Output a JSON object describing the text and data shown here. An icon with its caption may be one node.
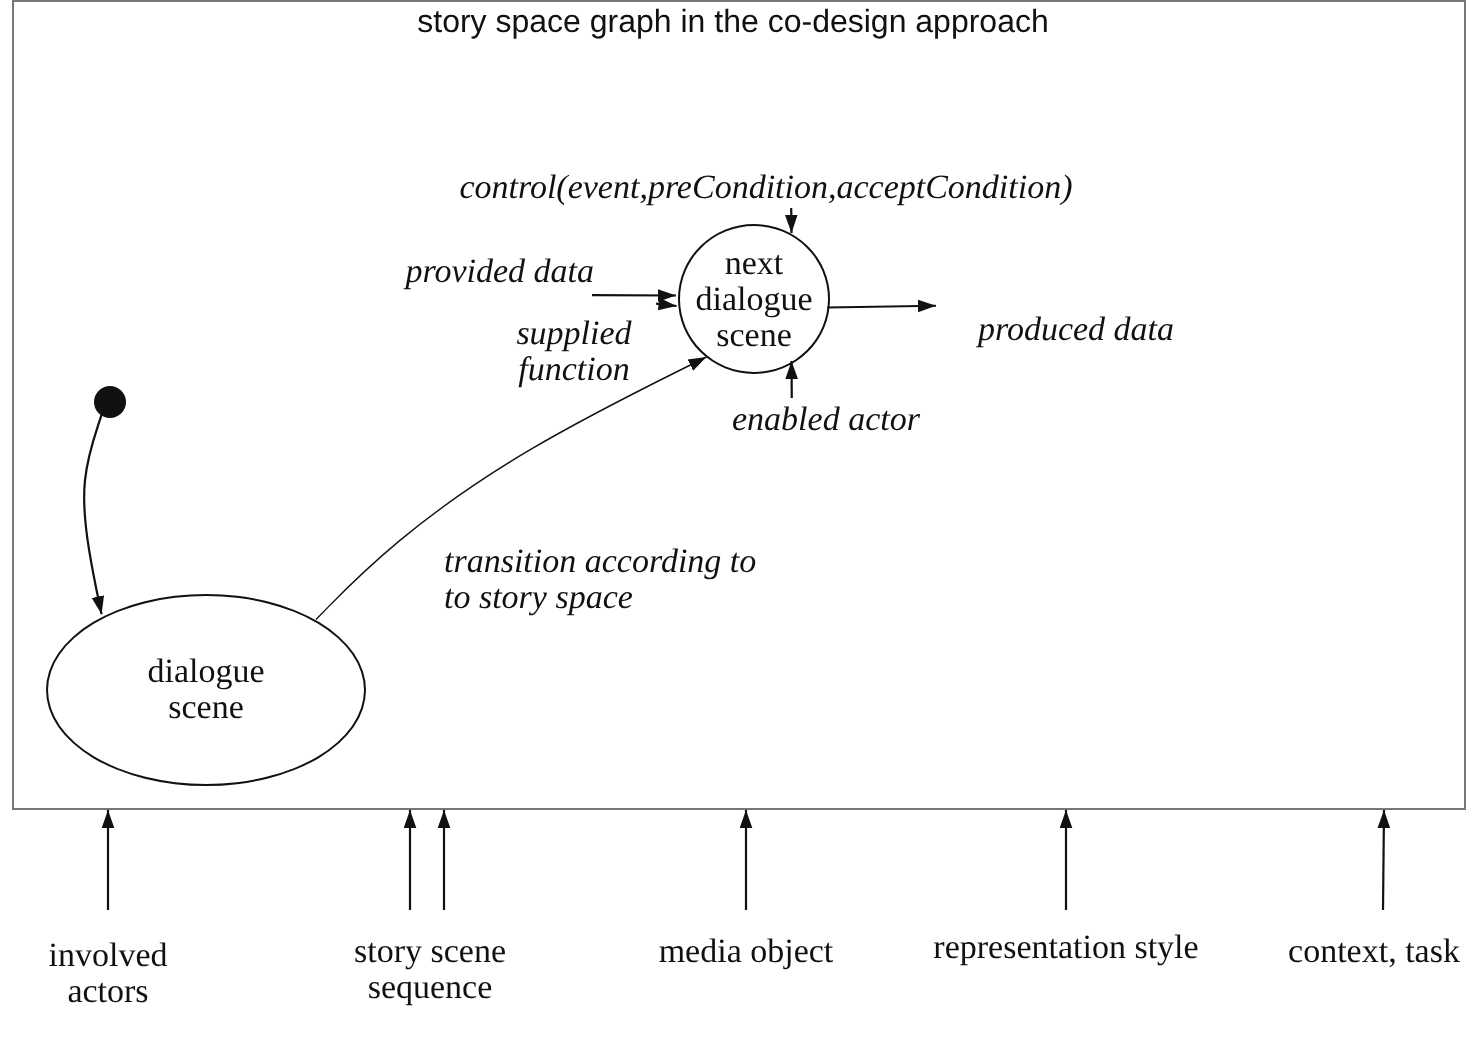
{
  "diagram": {
    "title": "story space graph in the co-design approach",
    "nodes": [
      {
        "text": [],
        "shape": "box"
      },
      {
        "text": [],
        "shape": "circle",
        "in": 0
      },
      {
        "text": [
          "dialogue scene"
        ],
        "in": 0
      },
      {
        "text": [
          "next dialogue scene"
        ],
        "in": 0
      },
      {
        "text": [
          "control(event,preCondition,acceptCondition)"
        ],
        "in": 0
      },
      {
        "text": [
          "provided data"
        ],
        "in": 0
      },
      {
        "text": [
          "supplied function"
        ],
        "in": 0
      },
      {
        "text": [
          "produced data"
        ],
        "in": 0
      },
      {
        "text": [
          "enabled actor"
        ],
        "in": 0
      },
      {
        "text": [
          "involved actors"
        ]
      },
      {
        "text": [
          "story scene sequence"
        ]
      },
      {
        "text": [
          "media object"
        ]
      },
      {
        "text": [
          "representation style"
        ]
      },
      {
        "text": [
          "context, task"
        ]
      }
    ],
    "edges": [
      {
        "from": 1,
        "to": 2,
        "arrow": "to"
      },
      {
        "from": 2,
        "to": 3,
        "arrow": "to",
        "label": "transition according to to story space"
      },
      {
        "from": 4,
        "to": 3,
        "arrow": "to"
      },
      {
        "from": 5,
        "to": 3,
        "arrow": "to"
      },
      {
        "from": 6,
        "to": 3,
        "arrow": "to"
      },
      {
        "from": 3,
        "to": 7,
        "arrow": "to"
      },
      {
        "from": 8,
        "to": 3,
        "arrow": "to"
      },
      {
        "from": 9,
        "to": 0,
        "arrow": "to"
      },
      {
        "from": 10,
        "to": 0,
        "arrow": "to"
      },
      {
        "from": 10,
        "to": 0,
        "arrow": "to"
      },
      {
        "from": 11,
        "to": 0,
        "arrow": "to"
      },
      {
        "from": 12,
        "to": 0,
        "arrow": "to"
      },
      {
        "from": 13,
        "to": 0,
        "arrow": "to"
      }
    ]
  }
}
